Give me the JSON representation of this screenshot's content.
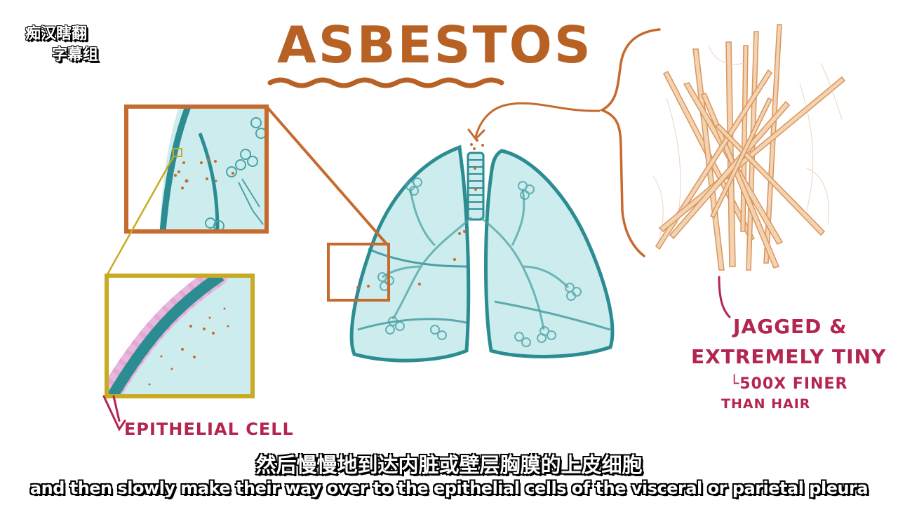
{
  "watermark": {
    "line1": "痴汉瞎翻",
    "line2": "字幕组"
  },
  "diagram": {
    "title": "ASBESTOS",
    "labels": {
      "jagged": "JAGGED &",
      "extremely_tiny": "EXTREMELY TINY",
      "finer": "└500X FINER",
      "than_hair": "THAN HAIR",
      "epithelial_cell": "EPITHELIAL CELL"
    },
    "colors": {
      "title_brown": "#b86124",
      "box_orange": "#c66a2d",
      "box_gold": "#c9aa22",
      "lung_teal": "#2b8d92",
      "lung_fill": "#cdeced",
      "label_magenta": "#b3264f",
      "fiber_tan": "#f3d3b0",
      "epithelium_pink": "#e9b6dc"
    }
  },
  "subtitles": {
    "chinese": "然后慢慢地到达内脏或壁层胸膜的上皮细胞",
    "english": "and then slowly make their way over to the epithelial cells of the visceral or parietal pleura"
  }
}
